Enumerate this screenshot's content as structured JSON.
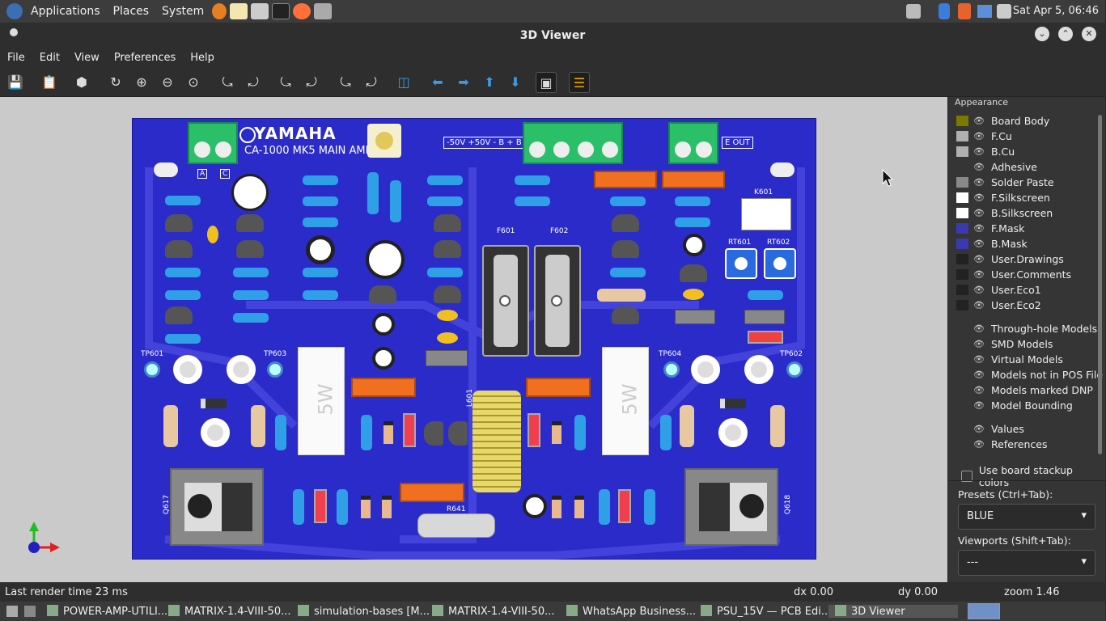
{
  "topbar": {
    "applications": "Applications",
    "places": "Places",
    "system": "System",
    "clock": "Sat Apr 5, 06:46"
  },
  "window": {
    "title": "3D Viewer"
  },
  "menu": {
    "file": "File",
    "edit": "Edit",
    "view": "View",
    "preferences": "Preferences",
    "help": "Help"
  },
  "board": {
    "brand": "YAMAHA",
    "model": "CA-1000 MK5 MAIN AMP",
    "conn_label_1": "-50V +50V  - B  + B",
    "conn_label_2": "E  OUT",
    "a": "A",
    "c": "C",
    "power_label": "5W",
    "k601": "K601",
    "rt601": "RT601",
    "rt602": "RT602",
    "f601": "F601",
    "f602": "F602",
    "q617": "Q617",
    "q618": "Q618",
    "l601": "L601",
    "r641": "R641",
    "tp601": "TP601",
    "tp603": "TP603",
    "tp604": "TP604",
    "tp602": "TP602"
  },
  "appearance": {
    "title": "Appearance",
    "layers": [
      {
        "name": "Board Body",
        "color": "#7a7a00"
      },
      {
        "name": "F.Cu",
        "color": "#b0b0b0"
      },
      {
        "name": "B.Cu",
        "color": "#b0b0b0"
      },
      {
        "name": "Adhesive",
        "color": ""
      },
      {
        "name": "Solder Paste",
        "color": "#888888"
      },
      {
        "name": "F.Silkscreen",
        "color": "#ffffff"
      },
      {
        "name": "B.Silkscreen",
        "color": "#ffffff"
      },
      {
        "name": "F.Mask",
        "color": "#3a3ab0"
      },
      {
        "name": "B.Mask",
        "color": "#3a3ab0"
      },
      {
        "name": "User.Drawings",
        "color": "#222222"
      },
      {
        "name": "User.Comments",
        "color": "#222222"
      },
      {
        "name": "User.Eco1",
        "color": "#222222"
      },
      {
        "name": "User.Eco2",
        "color": "#222222"
      }
    ],
    "models": [
      "Through-hole Models",
      "SMD Models",
      "Virtual Models",
      "Models not in POS File",
      "Models marked DNP",
      "Model Bounding"
    ],
    "misc": [
      "Values",
      "References"
    ],
    "stackup": "Use board stackup colors",
    "presets_label": "Presets (Ctrl+Tab):",
    "presets_value": "BLUE",
    "viewports_label": "Viewports (Shift+Tab):",
    "viewports_value": "---"
  },
  "status": {
    "render": "Last render time 23 ms",
    "dx": "dx 0.00",
    "dy": "dy 0.00",
    "zoom": "zoom 1.46"
  },
  "taskbar": [
    "POWER-AMP-UTILI...",
    "MATRIX-1.4-VIII-50...",
    "simulation-bases [M...",
    "MATRIX-1.4-VIII-50...",
    "WhatsApp Business...",
    "PSU_15V — PCB Edi...",
    "3D Viewer"
  ]
}
